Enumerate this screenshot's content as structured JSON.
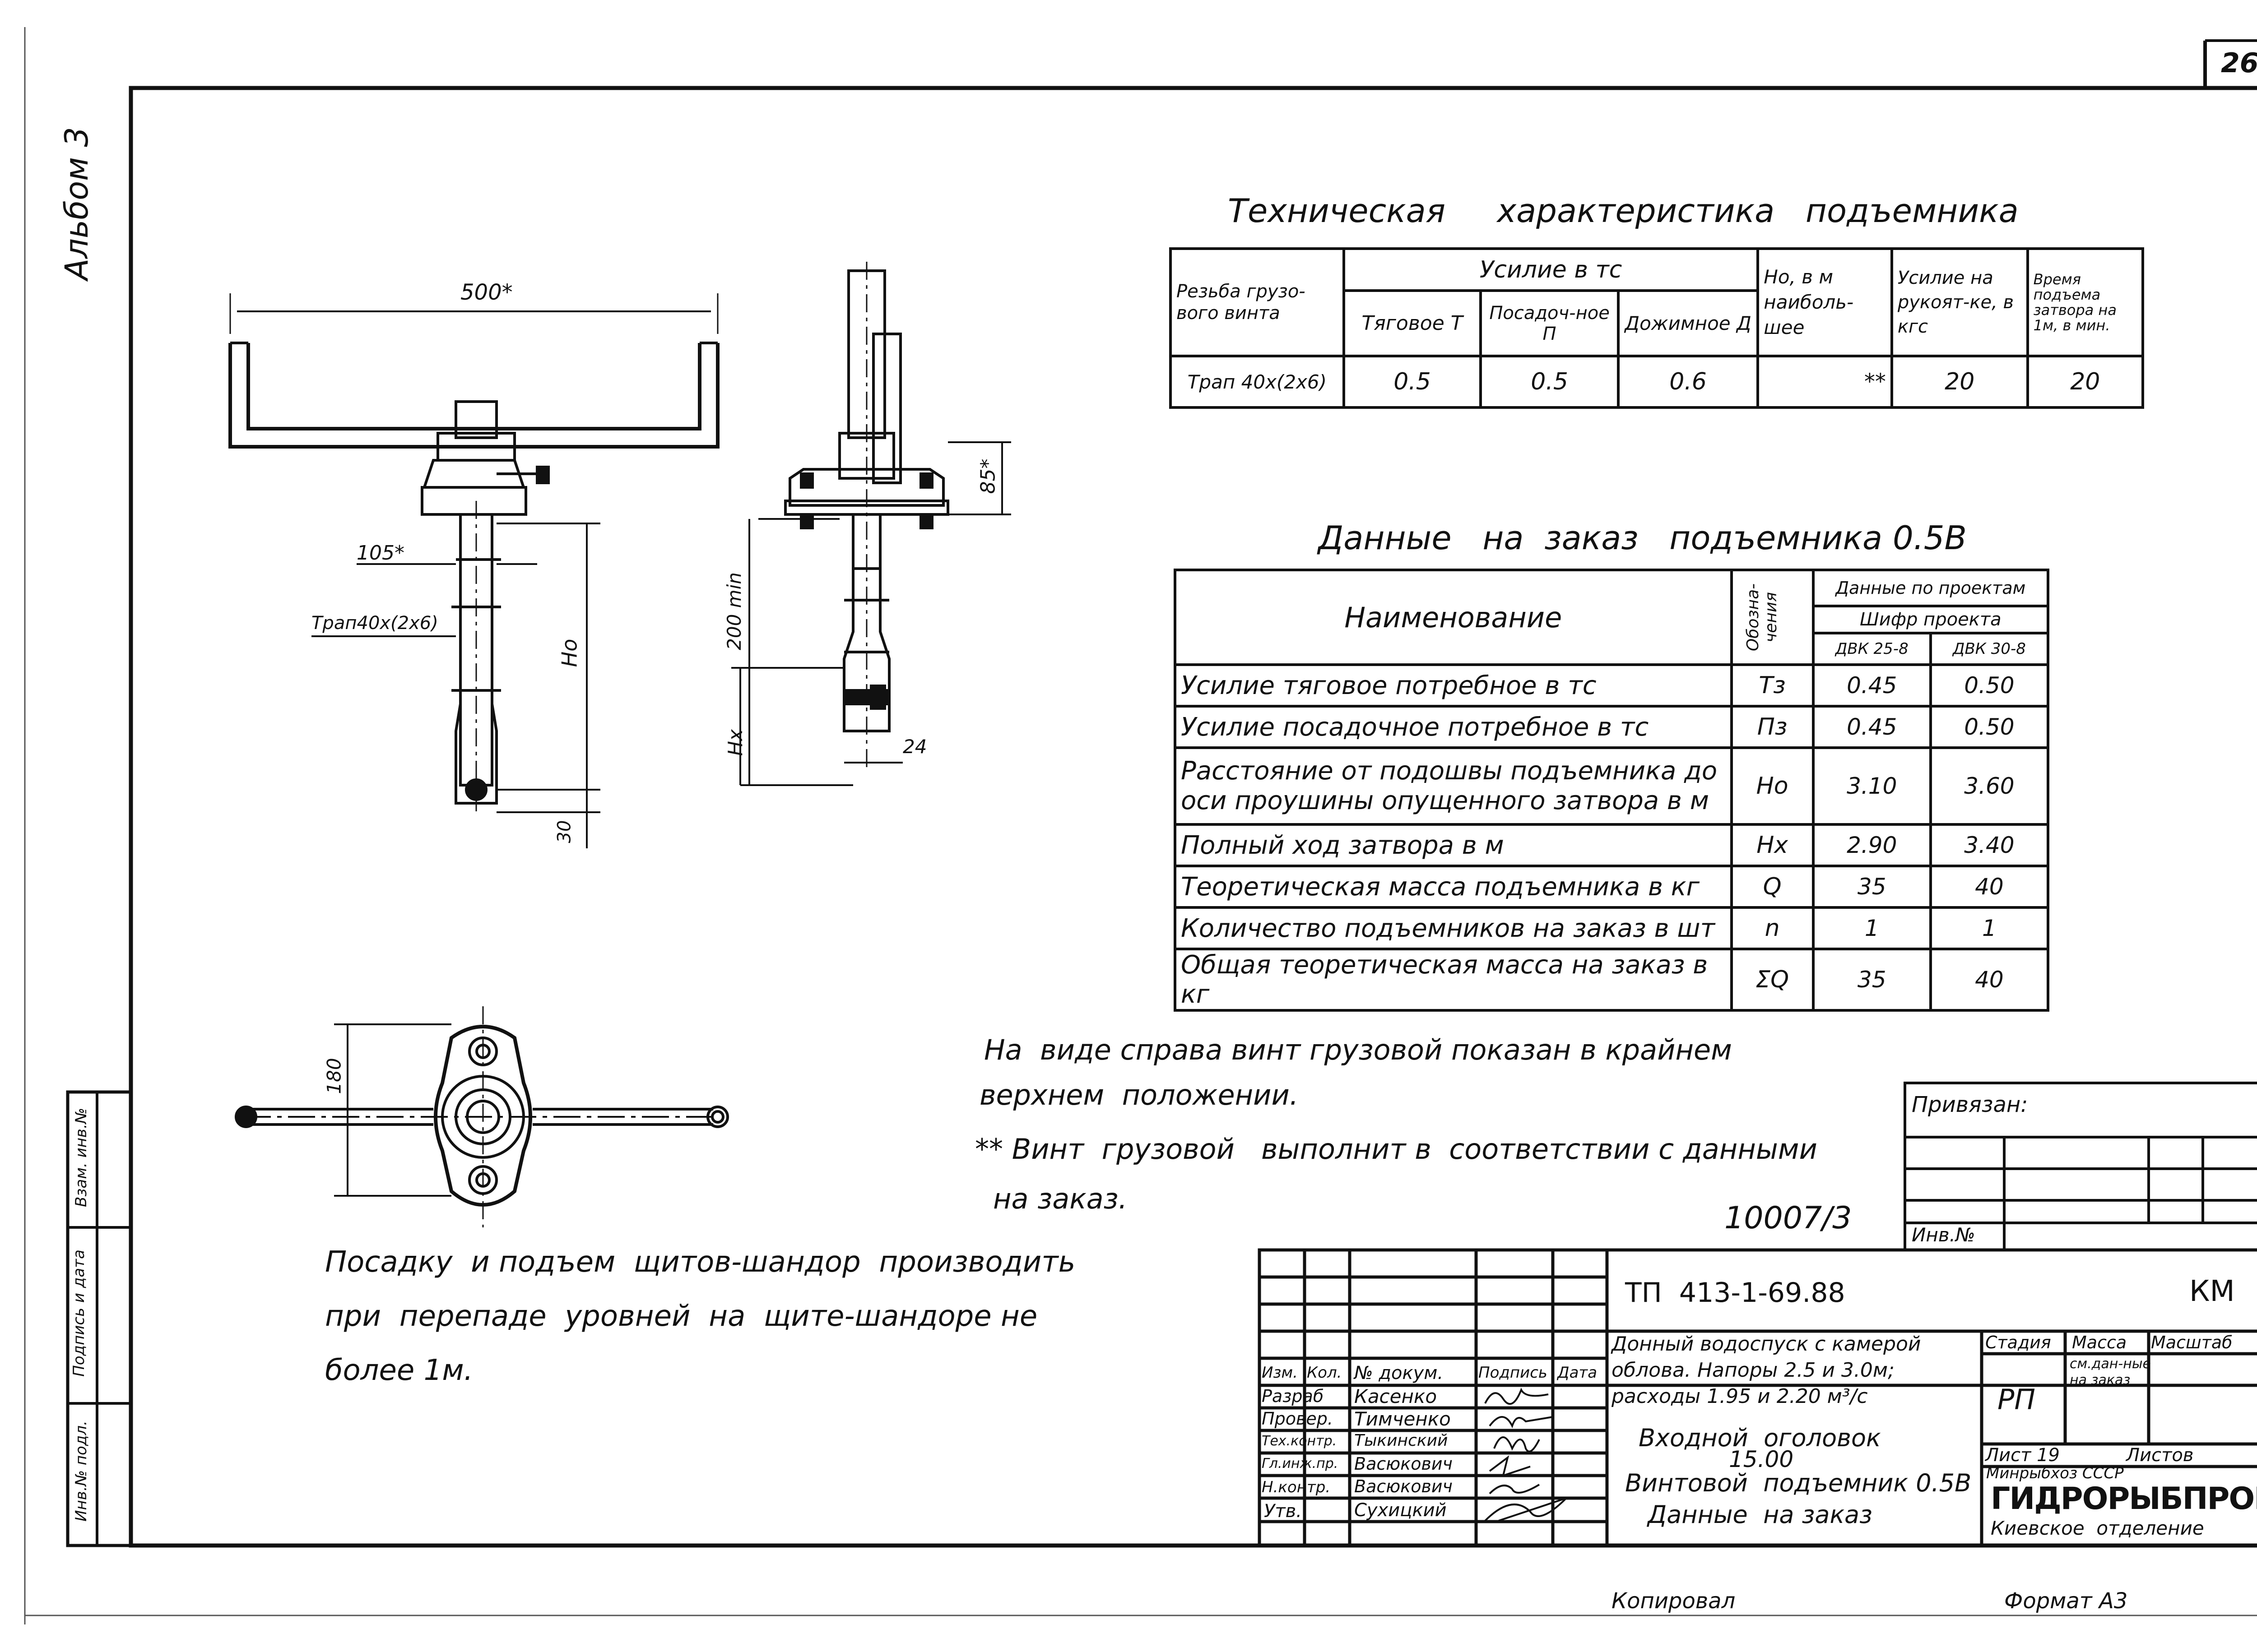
{
  "sheet": {
    "page_no": "26",
    "album": "Альбом 3",
    "copied": "Копировал",
    "format": "Формат А3"
  },
  "drawing": {
    "dim_500": "500*",
    "dim_105": "105*",
    "thread": "Трап40х(2х6)",
    "dim_h0": "Нo",
    "dim_85": "85*",
    "dim_200": "200 min",
    "dim_hx": "Нх",
    "dim_24": "24",
    "dim_30": "30",
    "dim_180": "180"
  },
  "tech": {
    "title": "Техническая     характеристика   подъемника",
    "h_thread": "Резьба грузо-вого винта",
    "h_force": "Усилие  в  тс",
    "h_pull": "Тяговое Т",
    "h_seat": "Посадоч-ное П",
    "h_press": "Дожимное Д",
    "h_h0": "Нo, в м наиболь-шее",
    "h_handle": "Усилие на рукоят-ке, в кгс",
    "h_time": "Время подъема затвора на 1м, в мин.",
    "v_thread": "Трап 40х(2х6)",
    "v_pull": "0.5",
    "v_seat": "0.5",
    "v_press": "0.6",
    "v_h0": "**",
    "v_handle": "20",
    "v_time": "20"
  },
  "order": {
    "title": "Данные   на  заказ   подъемника 0.5В",
    "h_name": "Наименование",
    "h_symbol": "Обозна-чения",
    "h_data": "Данные по проектам",
    "h_cipher": "Шифр проекта",
    "h_p1": "ДВК 25-8",
    "h_p2": "ДВК 30-8",
    "rows": [
      {
        "name": "Усилие тяговое потребное  в тс",
        "sym": "Тз",
        "a": "0.45",
        "b": "0.50"
      },
      {
        "name": "Усилие посадочное потребное  в тс",
        "sym": "Пз",
        "a": "0.45",
        "b": "0.50"
      },
      {
        "name": "Расстояние от подошвы подъемника до оси проушины опущенного затвора в м",
        "sym": "Нo",
        "a": "3.10",
        "b": "3.60"
      },
      {
        "name": "Полный ход затвора  в м",
        "sym": "Нх",
        "a": "2.90",
        "b": "3.40"
      },
      {
        "name": "Теоретическая масса подъемника  в кг",
        "sym": "Q",
        "a": "35",
        "b": "40"
      },
      {
        "name": "Количество подъемников на заказ в шт",
        "sym": "n",
        "a": "1",
        "b": "1"
      },
      {
        "name": "Общая теоретическая масса на заказ в кг",
        "sym": "ΣQ",
        "a": "35",
        "b": "40"
      }
    ]
  },
  "notes": {
    "n1_line1": "На  виде справа винт грузовой показан в крайнем",
    "n1_line2": "верхнем  положении.",
    "n2_line1": "** Винт  грузовой   выполнит в  соответствии с данными",
    "n2_line2": "на заказ.",
    "n3_line1": "Посадку  и подъем  щитов-шандор  производить",
    "n3_line2": "при  перепаде  уровней  на  щите-шандоре не",
    "n3_line3": "более 1м."
  },
  "stamp": {
    "inventory": "10007/3",
    "linked": "Привязан:",
    "inv_no": "Инв.№",
    "code": "ТП  413-1-69.88",
    "mark": "КМ",
    "subject": "Донный водоспуск с камерой облова. Напоры 2.5 и 3.0м; расходы 1.95 и 2.20 м³/с",
    "part": "Входной  оголовок",
    "elev": "15.00",
    "sheet_title": "Винтовой  подъемник 0.5В",
    "sheet_sub": "Данные  на заказ",
    "h_izm": "Изм.",
    "h_kol": "Кол.",
    "h_doc": "№ докум.",
    "h_sign": "Подпись",
    "h_date": "Дата",
    "roles": [
      {
        "role": "Разраб",
        "name": "Касенко"
      },
      {
        "role": "Провер.",
        "name": "Тимченко"
      },
      {
        "role": "Тех.контр.",
        "name": "Тыкинский"
      },
      {
        "role": "Гл.инж.пр.",
        "name": "Васюкович"
      },
      {
        "role": "Н.контр.",
        "name": "Васюкович"
      },
      {
        "role": "Утв.",
        "name": "Сухицкий"
      }
    ],
    "h_stage": "Стадия",
    "h_mass": "Масса",
    "h_scale": "Масштаб",
    "stage": "РП",
    "mass": "см.дан-ные на заказ",
    "sheet_label": "Лист 19",
    "sheets_label": "Листов",
    "ministry": "Минрыбхоз СССР",
    "org": "ГИДРОРЫБПРОЕКТ",
    "dept": "Киевское  отделение"
  },
  "side": {
    "inv_orig": "Инв.№ подл.",
    "sign_date": "Подпись и дата",
    "replace": "Взам. инв.№"
  }
}
